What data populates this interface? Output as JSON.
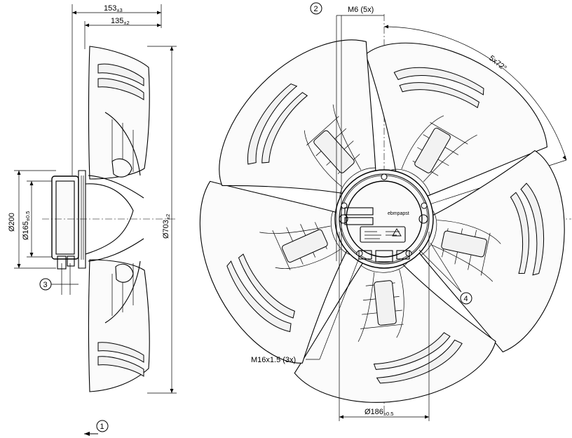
{
  "drawing": {
    "side_view": {
      "dim_depth_total": {
        "main": "153",
        "tol": "±3"
      },
      "dim_depth_blade": {
        "main": "135",
        "tol": "±2"
      },
      "dim_flange_dia": {
        "main": "Ø200",
        "tol": ""
      },
      "dim_motor_dia": {
        "main": "Ø165",
        "tol": "±0.5"
      },
      "dim_fan_dia": {
        "main": "Ø703",
        "tol": "±2"
      },
      "callout_3": "3",
      "callout_1": "1"
    },
    "front_view": {
      "callout_2": "2",
      "label_m6": "M6 (5x)",
      "label_angle": "5x72°",
      "label_m16": "M16x1.5 (3x)",
      "dim_bolt_circle": {
        "main": "Ø186",
        "tol": "±0.5"
      },
      "callout_4": "4",
      "brand": "ebmpapst"
    }
  }
}
